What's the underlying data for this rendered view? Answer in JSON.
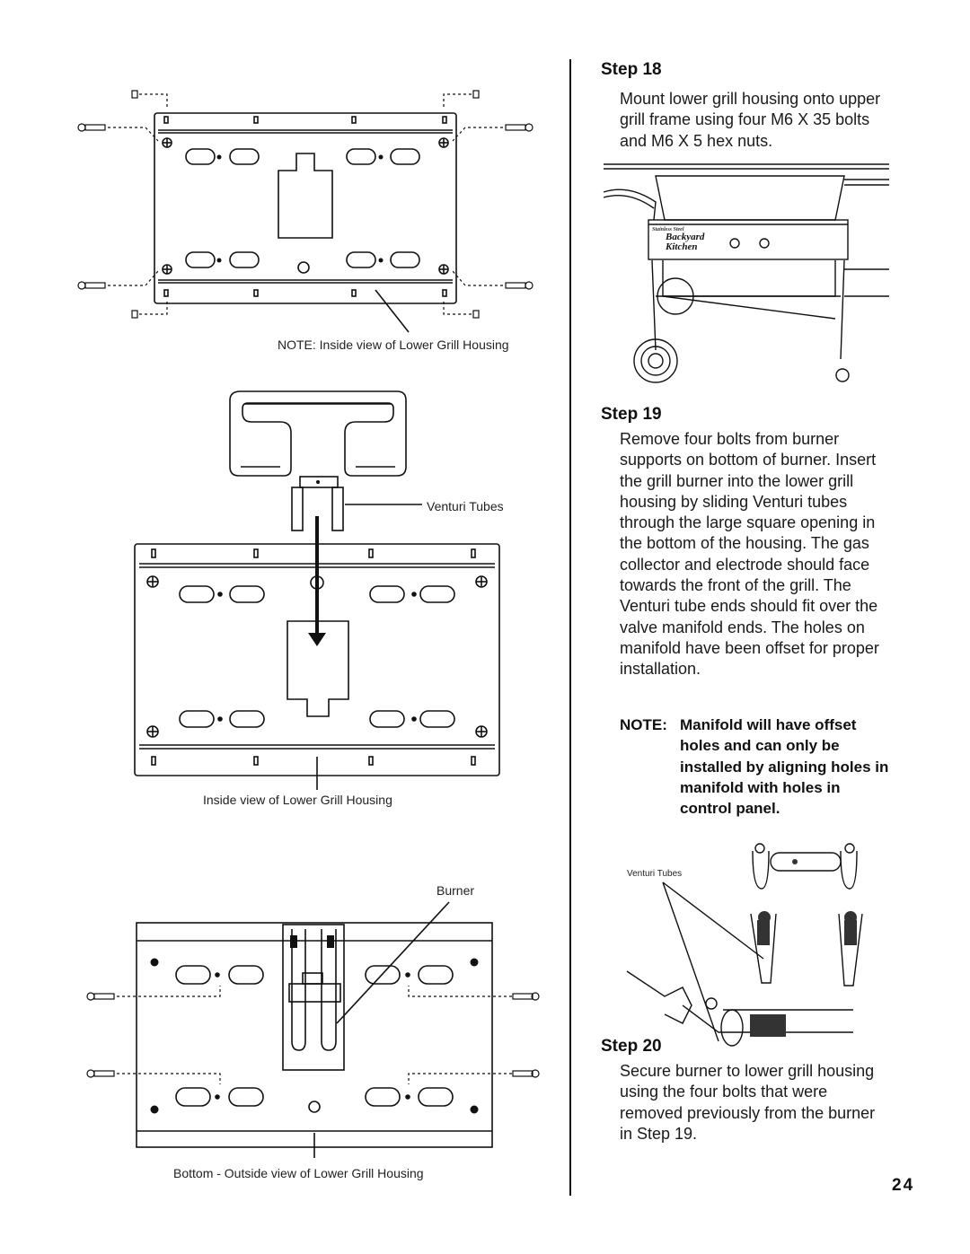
{
  "left_column": {
    "fig1_caption": "NOTE:   Inside view of Lower Grill Housing",
    "fig2_label_venturi": "Venturi Tubes",
    "fig2_caption": "Inside view of Lower Grill Housing",
    "fig3_label_burner": "Burner",
    "fig3_caption": "Bottom - Outside view of Lower Grill Housing"
  },
  "right_column": {
    "step18": {
      "title": "Step 18",
      "text": "Mount lower grill housing onto upper grill frame using four M6 X 35 bolts and M6 X 5 hex nuts."
    },
    "grill_panel": {
      "brand_line1": "Backyard",
      "brand_line2": "Kitchen",
      "brand_tag": "Stainless Steel"
    },
    "step19": {
      "title": "Step 19",
      "text": "Remove four bolts from burner supports on bottom of burner. Insert the grill burner into the lower grill housing by sliding Venturi tubes through the large square opening in the bottom of the housing. The gas collector and electrode should face towards the front of the grill. The Venturi tube ends should fit over the valve manifold ends. The holes on manifold have been offset for proper installation."
    },
    "note": {
      "label": "NOTE:",
      "text": "Manifold will have offset holes and can only be installed by aligning holes in manifold with holes in control panel."
    },
    "fig_venturi_label": "Venturi Tubes",
    "step20": {
      "title": "Step 20",
      "text": "Secure burner to lower grill housing using the four bolts that were removed previously from the burner in Step 19."
    }
  },
  "page_number": "24"
}
